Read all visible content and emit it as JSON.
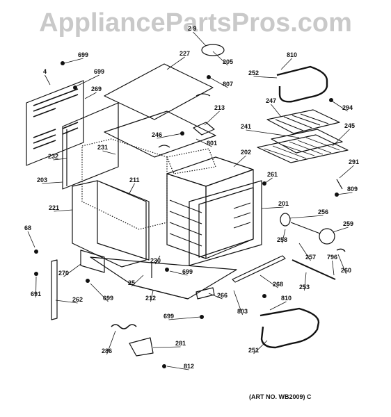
{
  "watermark": "AppliancePartsPros.com",
  "art_number": "(ART NO. WB2009) C",
  "callouts": [
    "2 9",
    "205",
    "807",
    "699",
    "227",
    "699",
    "4",
    "269",
    "810",
    "252",
    "294",
    "213",
    "247",
    "246",
    "241",
    "801",
    "245",
    "231",
    "202",
    "232",
    "291",
    "203",
    "211",
    "261",
    "809",
    "201",
    "256",
    "221",
    "259",
    "258",
    "68",
    "257",
    "796",
    "230",
    "260",
    "699",
    "270",
    "25",
    "253",
    "691",
    "268",
    "212",
    "699",
    "266",
    "262",
    "803",
    "810",
    "699",
    "281",
    "286",
    "251",
    "812"
  ]
}
